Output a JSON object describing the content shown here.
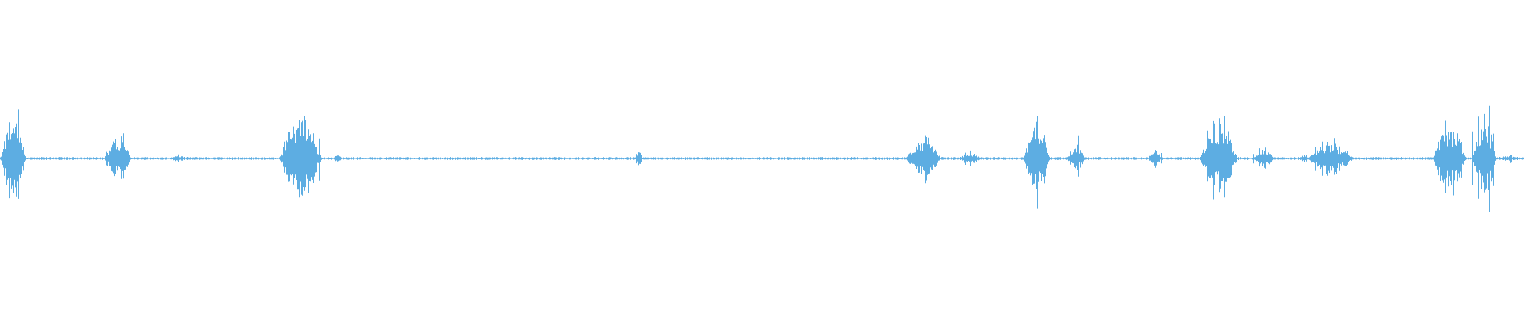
{
  "waveform": {
    "color": "#5dade2",
    "baseline_amplitude": 0.01,
    "bursts": [
      {
        "start": 0.0,
        "end": 0.017,
        "amp": 0.3,
        "peak": 0.48
      },
      {
        "start": 0.068,
        "end": 0.086,
        "amp": 0.15,
        "peak": 0.22
      },
      {
        "start": 0.11,
        "end": 0.124,
        "amp": 0.02,
        "peak": 0.03
      },
      {
        "start": 0.183,
        "end": 0.211,
        "amp": 0.3,
        "peak": 0.52
      },
      {
        "start": 0.219,
        "end": 0.224,
        "amp": 0.03,
        "peak": 0.05
      },
      {
        "start": 0.416,
        "end": 0.421,
        "amp": 0.05,
        "peak": 0.08
      },
      {
        "start": 0.594,
        "end": 0.617,
        "amp": 0.16,
        "peak": 0.19
      },
      {
        "start": 0.629,
        "end": 0.643,
        "amp": 0.05,
        "peak": 0.07
      },
      {
        "start": 0.671,
        "end": 0.689,
        "amp": 0.25,
        "peak": 0.38
      },
      {
        "start": 0.7,
        "end": 0.712,
        "amp": 0.1,
        "peak": 0.19
      },
      {
        "start": 0.753,
        "end": 0.762,
        "amp": 0.06,
        "peak": 0.1
      },
      {
        "start": 0.787,
        "end": 0.812,
        "amp": 0.27,
        "peak": 0.4
      },
      {
        "start": 0.822,
        "end": 0.836,
        "amp": 0.08,
        "peak": 0.1
      },
      {
        "start": 0.853,
        "end": 0.858,
        "amp": 0.03,
        "peak": 0.04
      },
      {
        "start": 0.858,
        "end": 0.888,
        "amp": 0.12,
        "peak": 0.2
      },
      {
        "start": 0.94,
        "end": 0.962,
        "amp": 0.28,
        "peak": 0.4
      },
      {
        "start": 0.966,
        "end": 0.982,
        "amp": 0.3,
        "peak": 0.48
      },
      {
        "start": 0.982,
        "end": 1.0,
        "amp": 0.02,
        "peak": 0.04
      }
    ]
  }
}
